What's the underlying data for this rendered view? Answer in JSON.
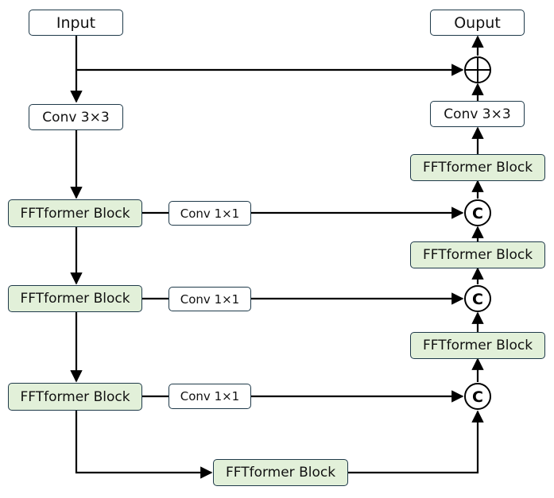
{
  "nodes": {
    "input": "Input",
    "output": "Ouput",
    "conv_in": "Conv 3×3",
    "conv_out": "Conv 3×3",
    "enc1": "FFTformer Block",
    "enc2": "FFTformer Block",
    "enc3": "FFTformer Block",
    "bottleneck": "FFTformer Block",
    "dec1": "FFTformer Block",
    "dec2": "FFTformer Block",
    "dec3": "FFTformer Block",
    "skip1": "Conv 1×1",
    "skip2": "Conv 1×1",
    "skip3": "Conv 1×1",
    "concat_symbol": "C"
  },
  "colors": {
    "block_fill": "#e2f0d9",
    "border": "#1f3a4a",
    "arrow": "#000000"
  }
}
